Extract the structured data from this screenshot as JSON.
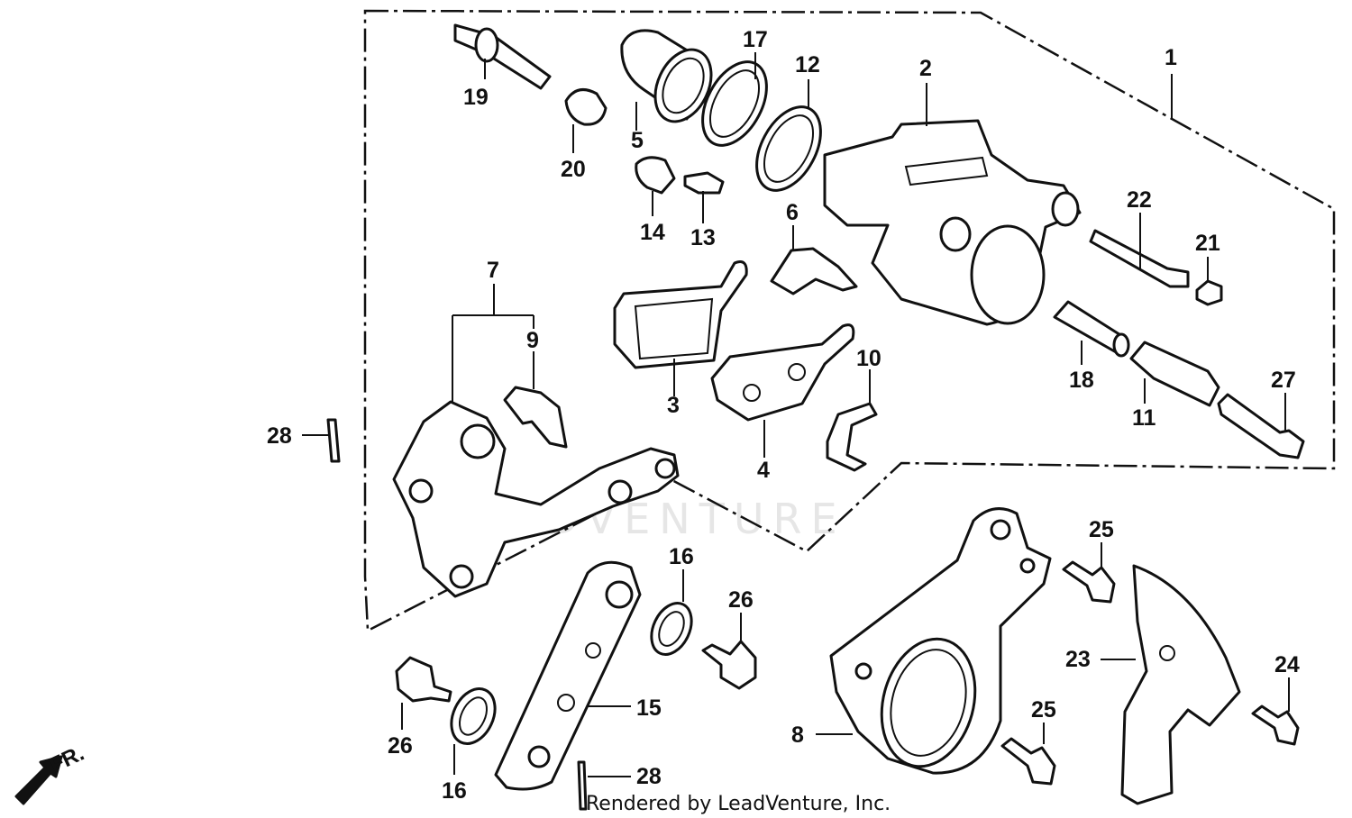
{
  "watermark": "LEADVENTURE",
  "credit": "Rendered by LeadVenture, Inc.",
  "direction_label": "FR.",
  "callouts": {
    "c1": "1",
    "c2": "2",
    "c3": "3",
    "c4": "4",
    "c5": "5",
    "c6": "6",
    "c7": "7",
    "c8": "8",
    "c9": "9",
    "c10": "10",
    "c11": "11",
    "c12": "12",
    "c13": "13",
    "c14": "14",
    "c15": "15",
    "c16a": "16",
    "c16b": "16",
    "c17": "17",
    "c18": "18",
    "c19": "19",
    "c20": "20",
    "c21": "21",
    "c22": "22",
    "c23": "23",
    "c24": "24",
    "c25a": "25",
    "c25b": "25",
    "c26a": "26",
    "c26b": "26",
    "c27": "27",
    "c28a": "28",
    "c28b": "28"
  }
}
